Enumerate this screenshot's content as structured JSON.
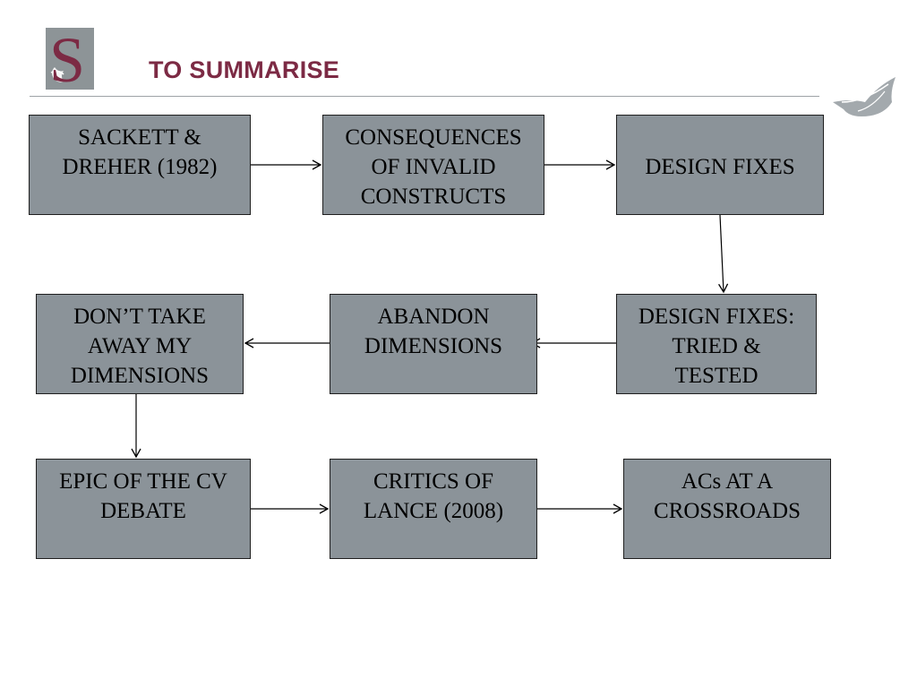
{
  "header": {
    "title": "TO SUMMARISE",
    "logo_letter": "S"
  },
  "flow": {
    "nodes": [
      {
        "id": "sackett",
        "label": "SACKETT &\nDREHER (1982)"
      },
      {
        "id": "consequences",
        "label": "CONSEQUENCES\nOF INVALID\nCONSTRUCTS"
      },
      {
        "id": "design-fixes",
        "label": "DESIGN FIXES"
      },
      {
        "id": "design-fixes-tested",
        "label": "DESIGN FIXES:\nTRIED &\nTESTED"
      },
      {
        "id": "abandon",
        "label": "ABANDON\nDIMENSIONS"
      },
      {
        "id": "dont-take",
        "label": "DON’T TAKE\nAWAY MY\nDIMENSIONS"
      },
      {
        "id": "epic",
        "label": "EPIC OF THE CV\nDEBATE"
      },
      {
        "id": "critics",
        "label": "CRITICS OF\nLANCE (2008)"
      },
      {
        "id": "acs",
        "label": "ACs AT A\nCROSSROADS"
      }
    ],
    "edges": [
      {
        "from": "sackett",
        "to": "consequences"
      },
      {
        "from": "consequences",
        "to": "design-fixes"
      },
      {
        "from": "design-fixes",
        "to": "design-fixes-tested"
      },
      {
        "from": "design-fixes-tested",
        "to": "abandon"
      },
      {
        "from": "abandon",
        "to": "dont-take"
      },
      {
        "from": "dont-take",
        "to": "epic"
      },
      {
        "from": "epic",
        "to": "critics"
      },
      {
        "from": "critics",
        "to": "acs"
      }
    ]
  },
  "colors": {
    "box_fill": "#8b9399",
    "title": "#7c2a44",
    "logo_bg": "#8d9497"
  }
}
